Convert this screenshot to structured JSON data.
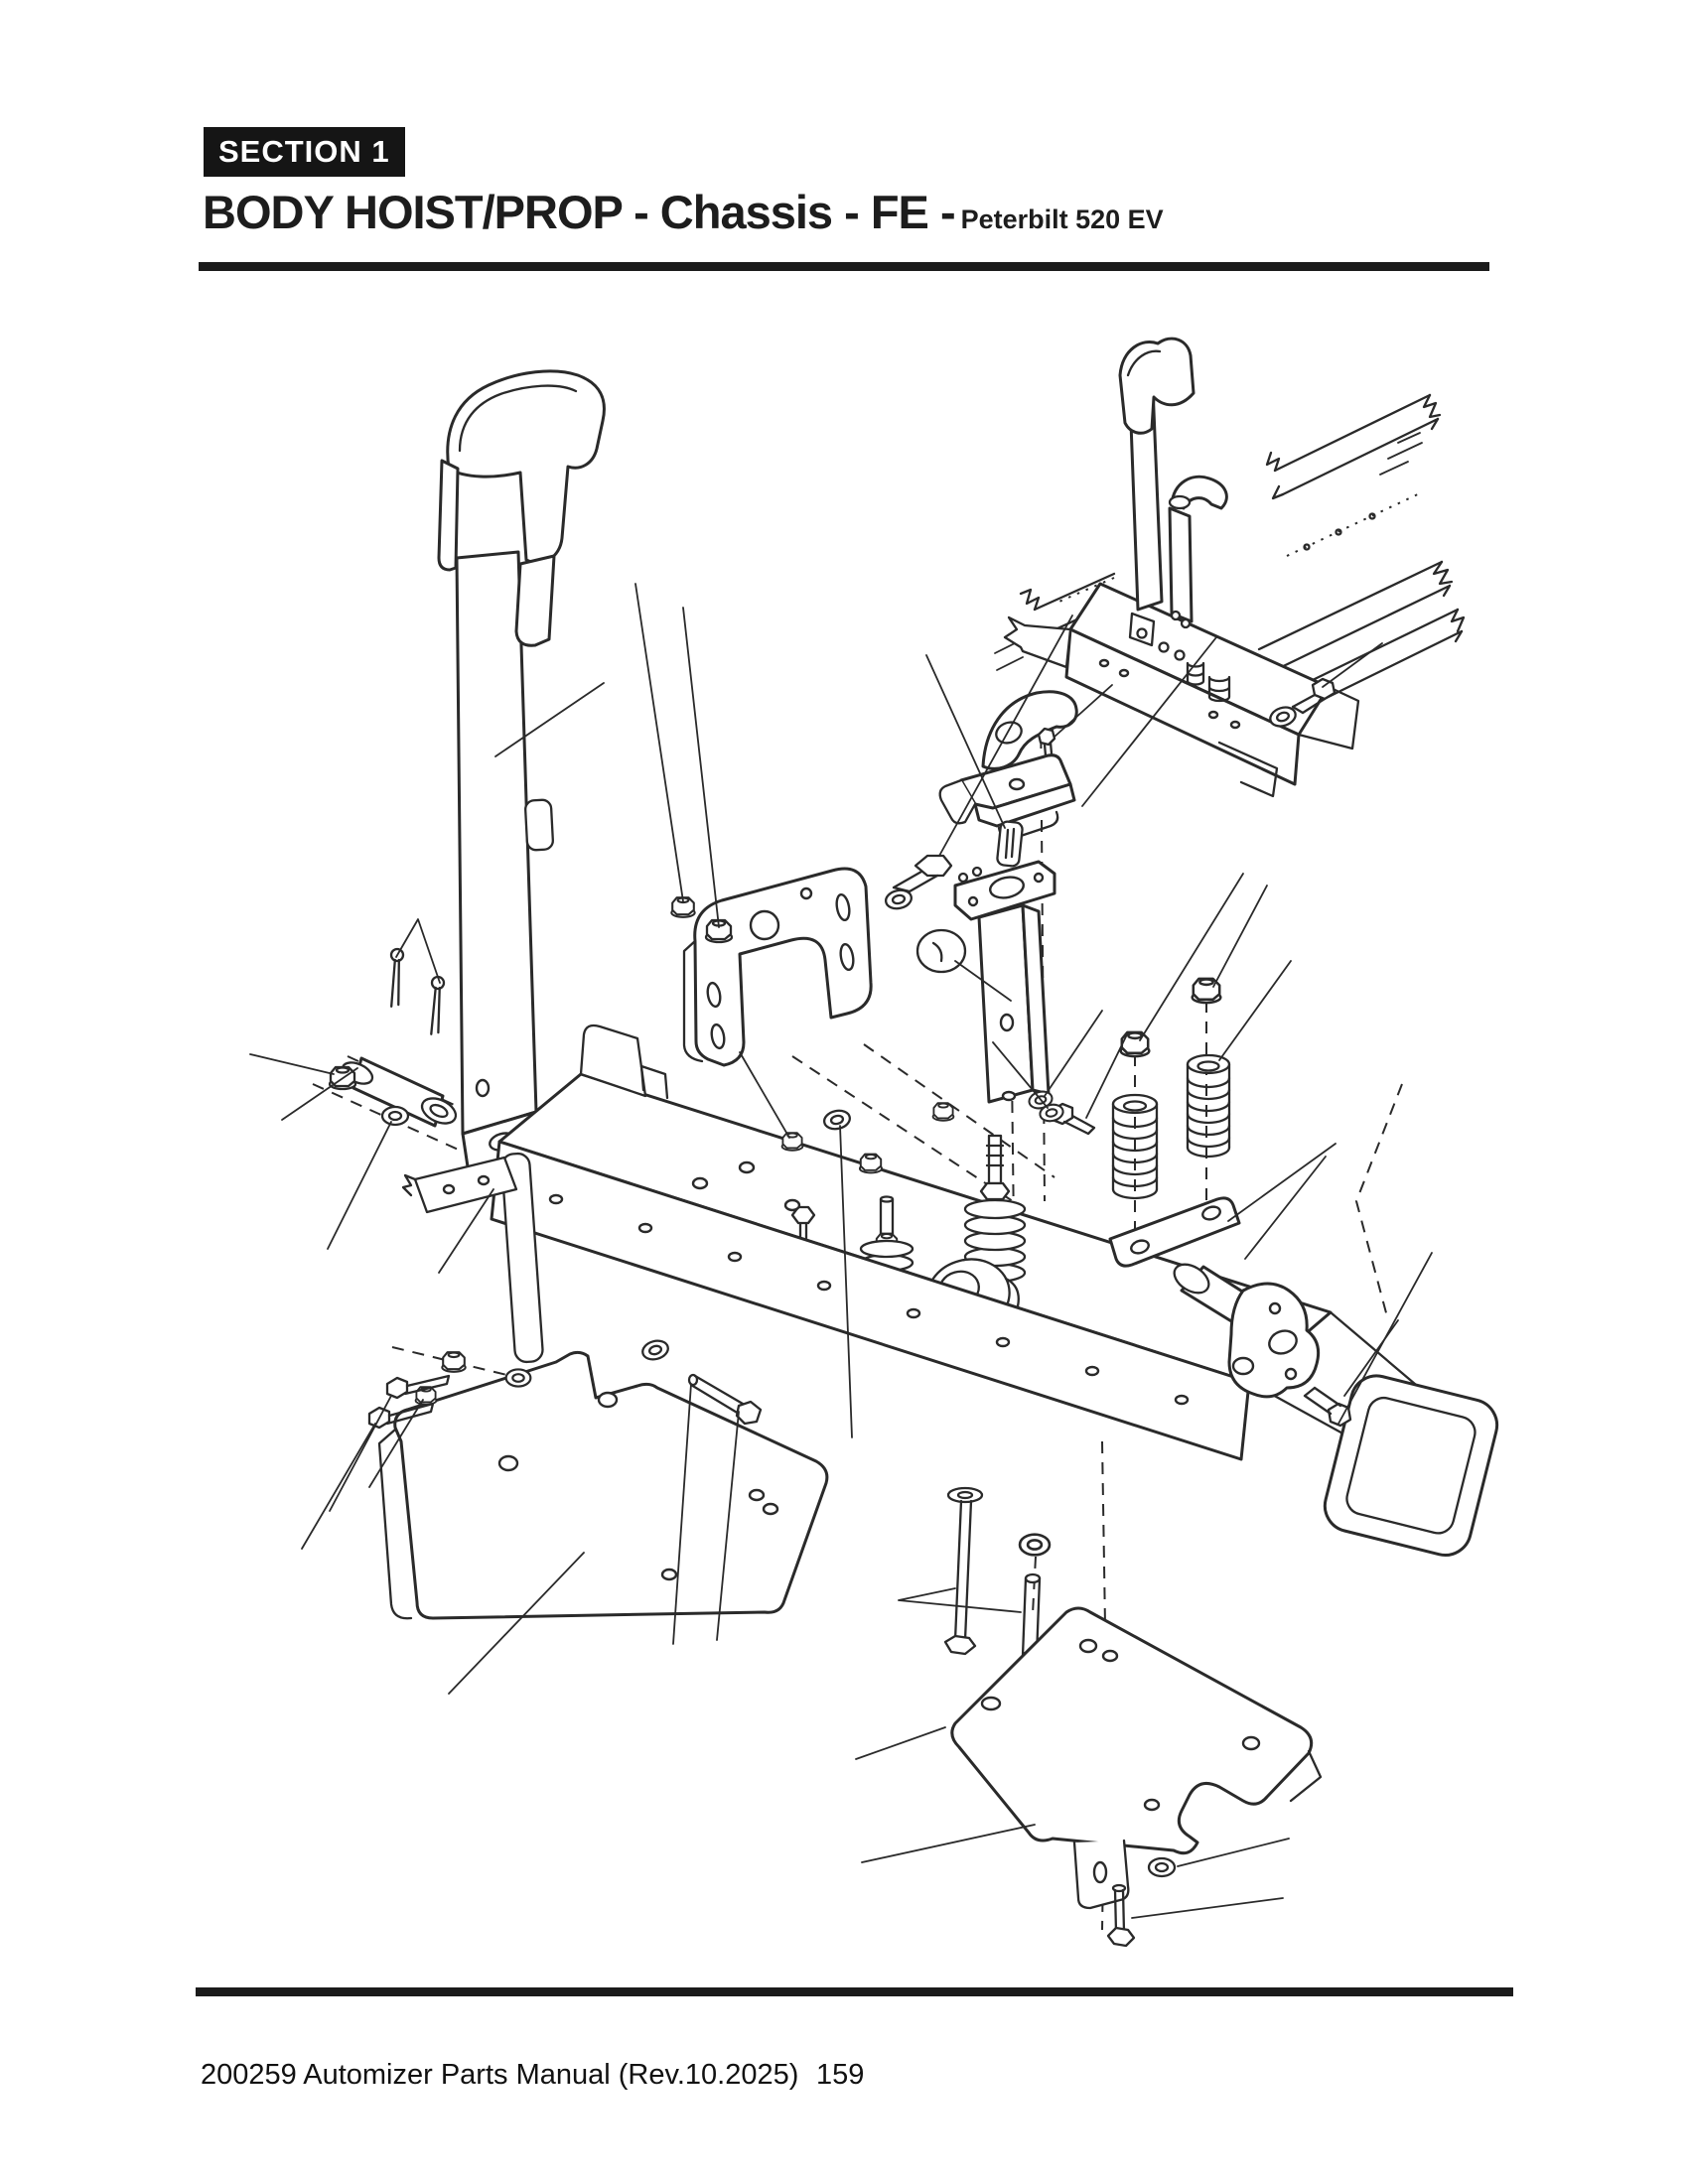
{
  "header": {
    "section_label": "SECTION 1",
    "title": "BODY HOIST/PROP - Chassis - FE -",
    "subtitle": "Peterbilt 520 EV"
  },
  "footer": {
    "manual_label": "200259 Automizer Parts Manual (Rev.10.2025)",
    "page_number": "159"
  },
  "colors": {
    "ink": "#2a2a2a",
    "paper": "#ffffff",
    "badge_bg": "#151515"
  }
}
